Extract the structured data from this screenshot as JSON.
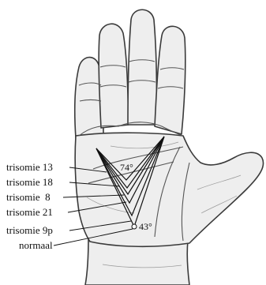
{
  "title": "",
  "angles": {
    "max_label": "74°",
    "min_label": "43°"
  },
  "legend": [
    {
      "label": "trisomie 13"
    },
    {
      "label": "trisomie 18"
    },
    {
      "label": "trisomie  8"
    },
    {
      "label": "trisomie 21"
    },
    {
      "label": "trisomie 9p"
    },
    {
      "label": "normaal"
    }
  ],
  "colors": {
    "ink": "#111111",
    "skin": "#eeeeee",
    "background": "#ffffff"
  }
}
